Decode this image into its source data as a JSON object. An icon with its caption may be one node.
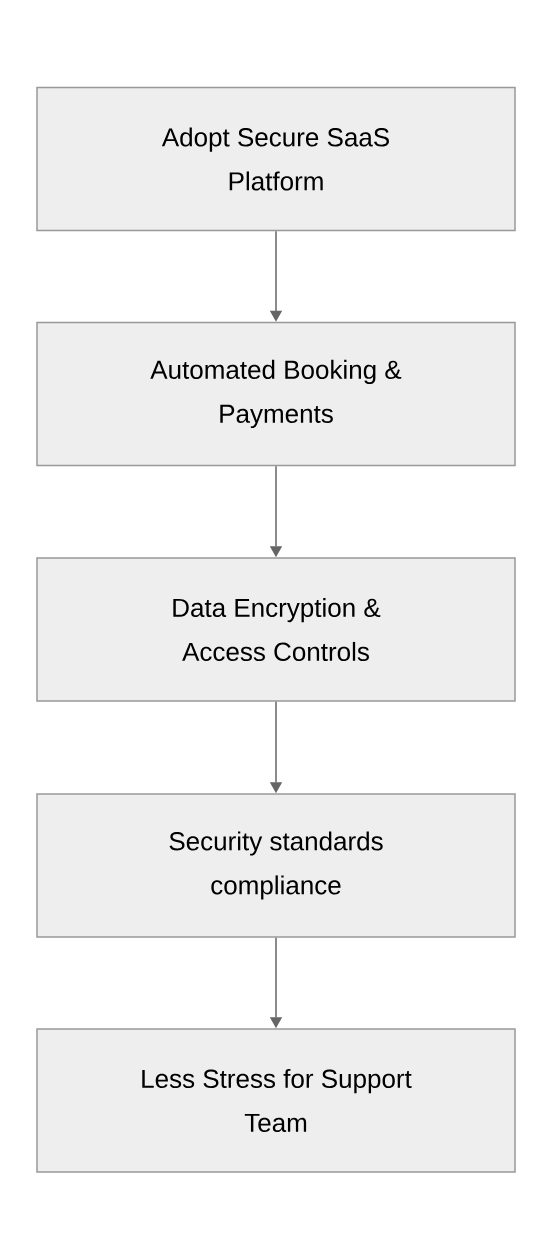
{
  "diagram": {
    "nodes": [
      {
        "text": [
          "Adopt Secure SaaS Platform"
        ]
      },
      {
        "text": [
          "Automated Booking & Payments"
        ]
      },
      {
        "text": [
          "Data Encryption & Access Controls"
        ]
      },
      {
        "text": [
          "Security standards compliance"
        ]
      },
      {
        "text": [
          "Less Stress for Support Team"
        ]
      }
    ],
    "edges": [
      {
        "from": 0,
        "to": 1,
        "arrow": "to"
      },
      {
        "from": 1,
        "to": 2,
        "arrow": "to"
      },
      {
        "from": 2,
        "to": 3,
        "arrow": "to"
      },
      {
        "from": 3,
        "to": 4,
        "arrow": "to"
      }
    ]
  }
}
